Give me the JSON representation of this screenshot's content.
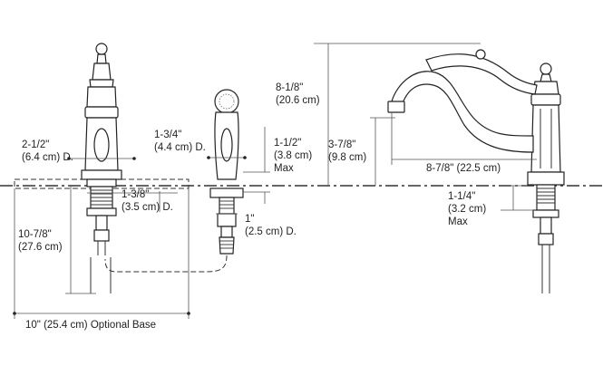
{
  "dimensions": {
    "spout_height_in": "8-1/8\"",
    "spout_height_cm": "(20.6 cm)",
    "spout_rise_in": "3-7/8\"",
    "spout_rise_cm": "(9.8 cm)",
    "spout_reach": "8-7/8\" (22.5 cm)",
    "spout_shank_in": "1-1/4\"",
    "spout_shank_cm": "(3.2 cm)",
    "spout_shank_note": "Max",
    "handle_diameter_in": "2-1/2\"",
    "handle_diameter_cm": "(6.4 cm) D.",
    "handle_shank_in": "1-3/8\"",
    "handle_shank_cm": "(3.5 cm) D.",
    "handle_depth_in": "10-7/8\"",
    "handle_depth_cm": "(27.6 cm)",
    "spray_diameter_in": "1-3/4\"",
    "spray_diameter_cm": "(4.4 cm) D.",
    "spray_height_in": "1-1/2\"",
    "spray_height_cm": "(3.8 cm)",
    "spray_height_note": "Max",
    "spray_shank_in": "1\"",
    "spray_shank_cm": "(2.5 cm) D.",
    "optional_base": "10\" (25.4 cm) Optional Base"
  }
}
